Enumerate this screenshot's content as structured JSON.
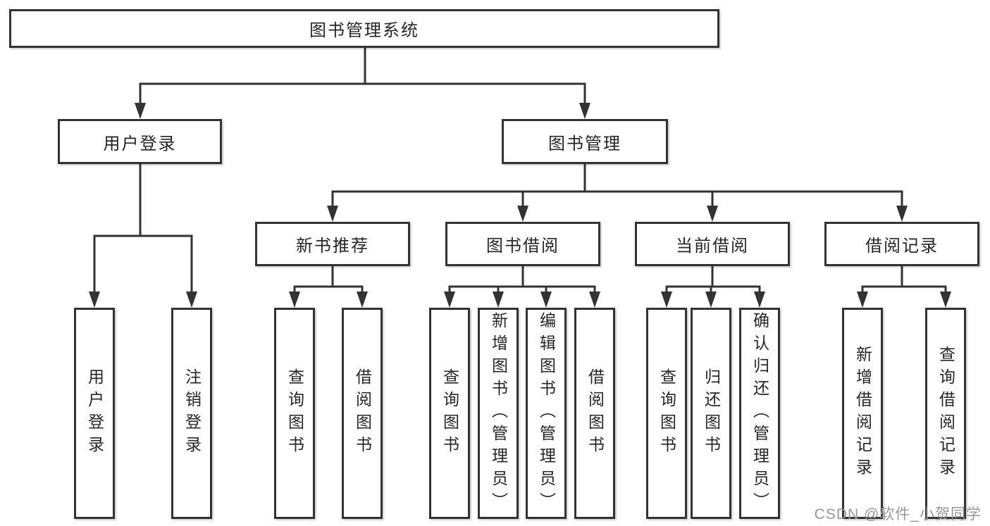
{
  "colors": {
    "background": "#ffffff",
    "line": "#333333",
    "border": "#333333",
    "text": "#262626",
    "watermark": "#979797"
  },
  "watermark": {
    "text": "CSDN @软件_小贺同学"
  },
  "tree": {
    "root": {
      "label": "图书管理系统"
    },
    "branches": [
      {
        "label": "用户登录",
        "children": [
          {
            "label": "用户登录"
          },
          {
            "label": "注销登录"
          }
        ]
      },
      {
        "label": "图书管理",
        "children": [
          {
            "label": "新书推荐",
            "children": [
              {
                "label": "查询图书"
              },
              {
                "label": "借阅图书"
              }
            ]
          },
          {
            "label": "图书借阅",
            "children": [
              {
                "label": "查询图书"
              },
              {
                "label": "新增图书（管理员）"
              },
              {
                "label": "编辑图书（管理员）"
              },
              {
                "label": "借阅图书"
              }
            ]
          },
          {
            "label": "当前借阅",
            "children": [
              {
                "label": "查询图书"
              },
              {
                "label": "归还图书"
              },
              {
                "label": "确认归还（管理员）"
              }
            ]
          },
          {
            "label": "借阅记录",
            "children": [
              {
                "label": "新增借阅记录"
              },
              {
                "label": "查询借阅记录"
              }
            ]
          }
        ]
      }
    ]
  }
}
